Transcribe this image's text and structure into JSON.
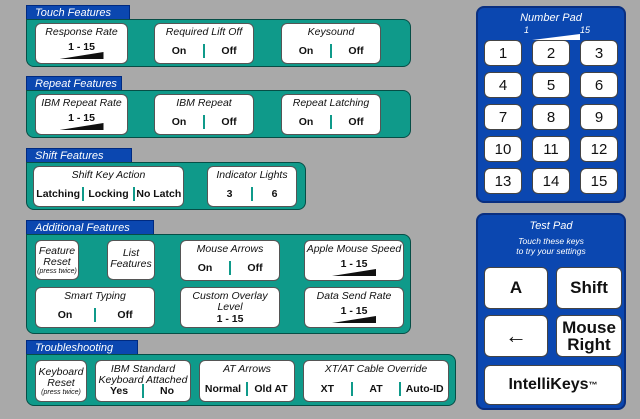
{
  "touch": {
    "tab": "Touch Features",
    "response_rate": {
      "title": "Response Rate",
      "range": "1  -  15"
    },
    "required_lift_off": {
      "title": "Required Lift Off",
      "on": "On",
      "off": "Off"
    },
    "keysound": {
      "title": "Keysound",
      "on": "On",
      "off": "Off"
    }
  },
  "repeat": {
    "tab": "Repeat Features",
    "ibm_repeat_rate": {
      "title": "IBM Repeat Rate",
      "range": "1  -  15"
    },
    "ibm_repeat": {
      "title": "IBM Repeat",
      "on": "On",
      "off": "Off"
    },
    "repeat_latching": {
      "title": "Repeat Latching",
      "on": "On",
      "off": "Off"
    }
  },
  "shift": {
    "tab": "Shift Features",
    "shift_key_action": {
      "title": "Shift Key Action",
      "latching": "Latching",
      "locking": "Locking",
      "no_latch": "No Latch"
    },
    "indicator_lights": {
      "title": "Indicator Lights",
      "opt1": "3",
      "opt2": "6"
    }
  },
  "additional": {
    "tab": "Additional Features",
    "feature_reset": {
      "title1": "Feature",
      "title2": "Reset",
      "note": "(press twice)"
    },
    "list_features": {
      "title1": "List",
      "title2": "Features"
    },
    "mouse_arrows": {
      "title": "Mouse Arrows",
      "on": "On",
      "off": "Off"
    },
    "apple_mouse_speed": {
      "title": "Apple Mouse Speed",
      "range": "1  -  15"
    },
    "smart_typing": {
      "title": "Smart Typing",
      "on": "On",
      "off": "Off"
    },
    "custom_overlay_level": {
      "title1": "Custom Overlay",
      "title2": "Level",
      "range": "1  -  15"
    },
    "data_send_rate": {
      "title": "Data Send Rate",
      "range": "1  -  15"
    }
  },
  "troubleshooting": {
    "tab": "Troubleshooting",
    "keyboard_reset": {
      "title1": "Keyboard",
      "title2": "Reset",
      "note": "(press twice)"
    },
    "ibm_standard": {
      "title1": "IBM Standard",
      "title2": "Keyboard Attached",
      "yes": "Yes",
      "no": "No"
    },
    "at_arrows": {
      "title": "AT Arrows",
      "normal": "Normal",
      "old_at": "Old AT"
    },
    "xt_at_cable": {
      "title": "XT/AT Cable Override",
      "xt": "XT",
      "at": "AT",
      "auto": "Auto-ID"
    }
  },
  "number_pad": {
    "title": "Number Pad",
    "range_min": "1",
    "range_max": "15",
    "keys": [
      "1",
      "2",
      "3",
      "4",
      "5",
      "6",
      "7",
      "8",
      "9",
      "10",
      "11",
      "12",
      "13",
      "14",
      "15"
    ]
  },
  "test_pad": {
    "title": "Test Pad",
    "subtitle1": "Touch these keys",
    "subtitle2": "to try your settings",
    "key_a": "A",
    "key_shift": "Shift",
    "key_backspace": "←",
    "key_mouse1": "Mouse",
    "key_mouse2": "Right",
    "brand": "IntelliKeys",
    "tm": "™"
  },
  "colors": {
    "panel_blue": "#0b47b0",
    "section_teal": "#0f9a8a",
    "background": "#a9a9a9"
  }
}
